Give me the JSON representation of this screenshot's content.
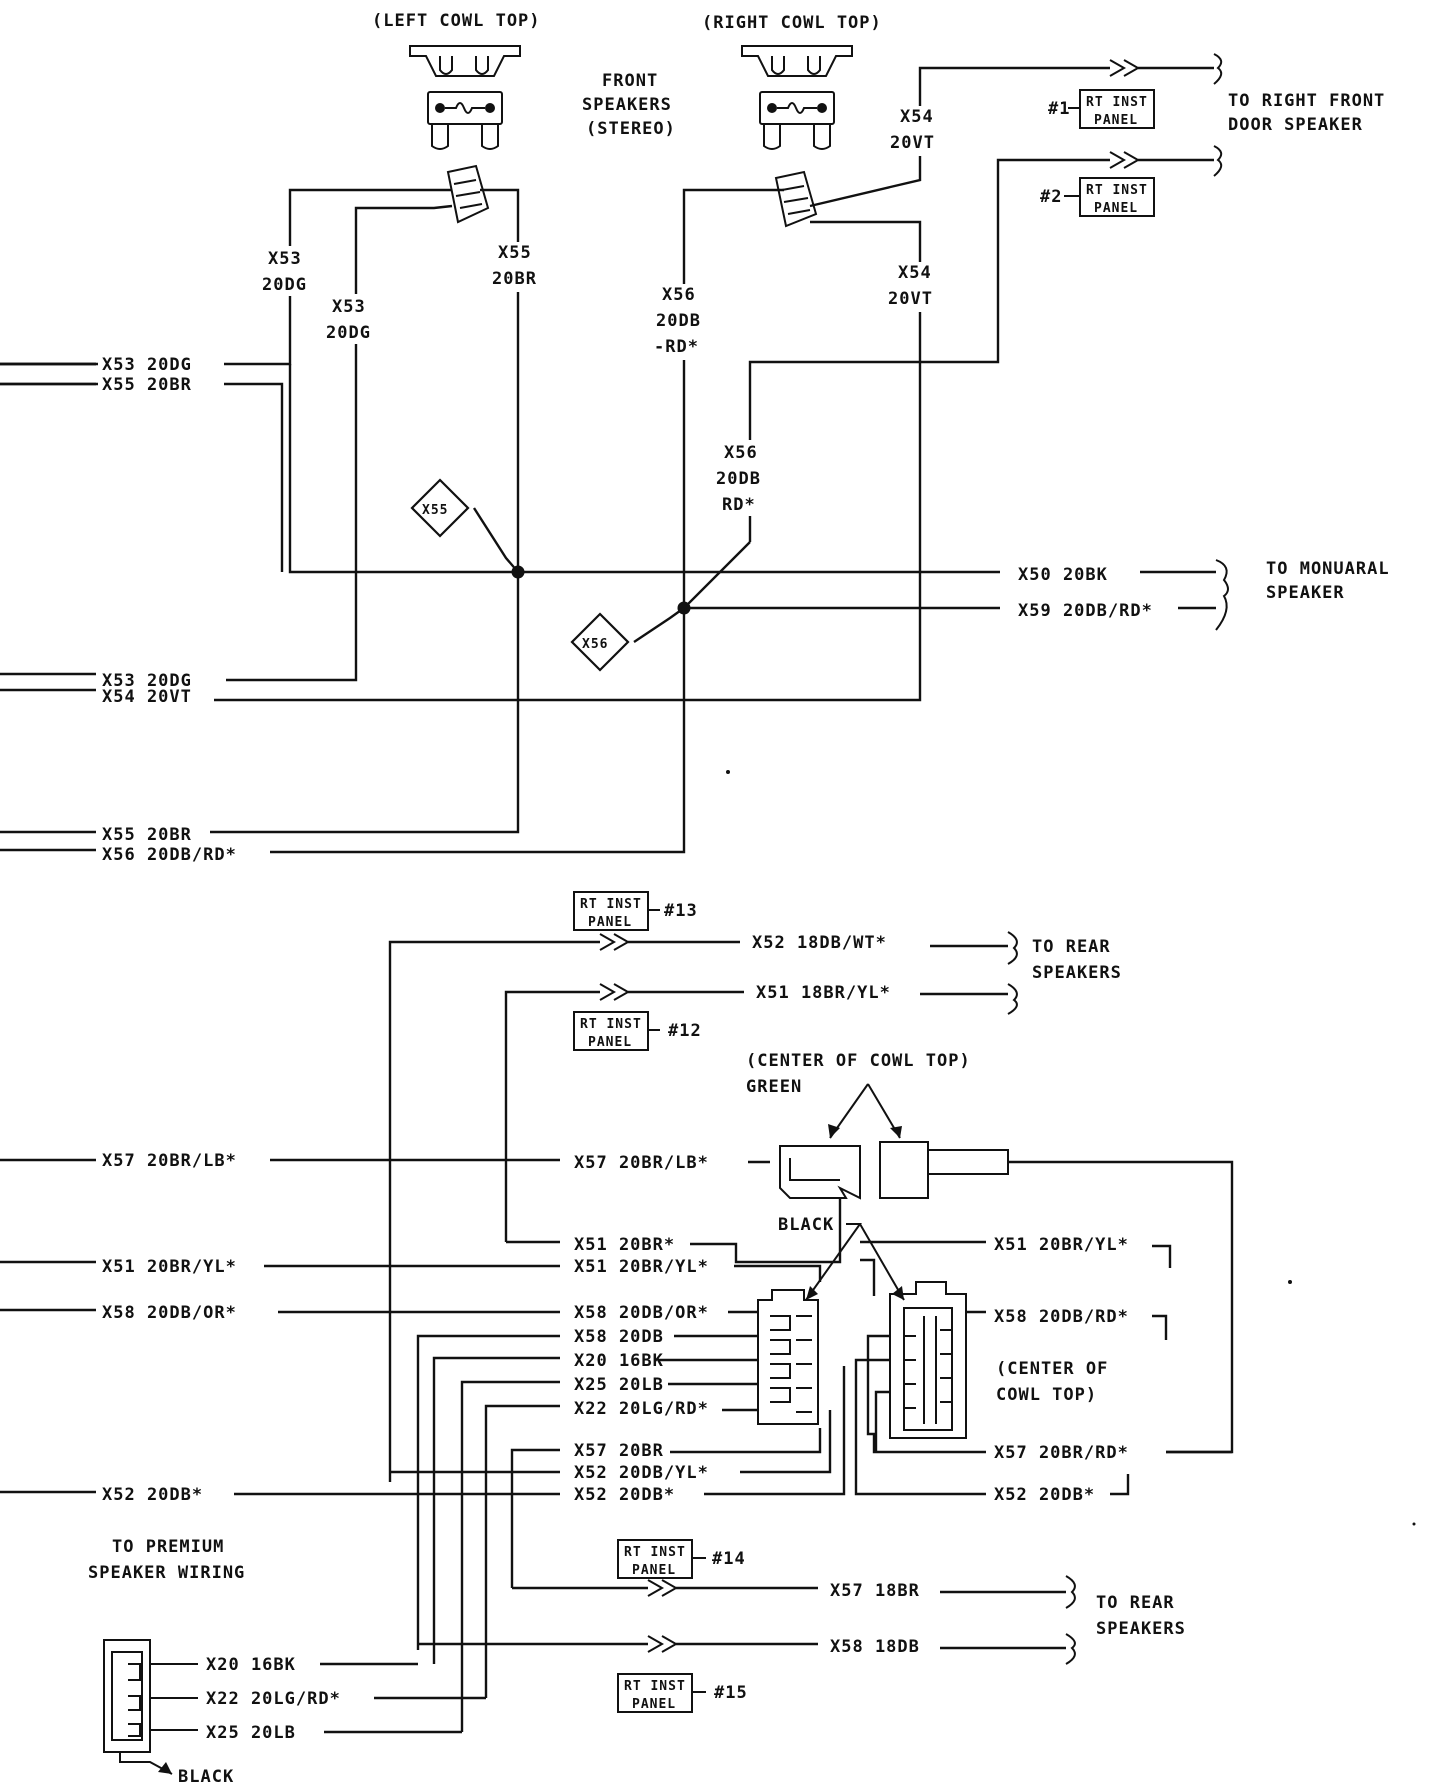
{
  "locations": {
    "left_cowl_top": "(LEFT COWL TOP)",
    "right_cowl_top": "(RIGHT COWL TOP)",
    "center_cowl_top_1": "(CENTER OF COWL TOP)",
    "center_cowl_top_2a": "(CENTER OF",
    "center_cowl_top_2b": "COWL TOP)"
  },
  "headings": {
    "front_speakers_1": "FRONT",
    "front_speakers_2": "SPEAKERS",
    "front_speakers_3": "(STEREO)",
    "premium_1": "TO PREMIUM",
    "premium_2": "SPEAKER WIRING"
  },
  "destinations": {
    "rf_door_1": "TO RIGHT FRONT",
    "rf_door_2": "DOOR SPEAKER",
    "monaural_1": "TO MONUARAL",
    "monaural_2": "SPEAKER",
    "rear_1a": "TO REAR",
    "rear_1b": "SPEAKERS",
    "rear_2a": "TO REAR",
    "rear_2b": "SPEAKERS"
  },
  "connector_colors": {
    "green": "GREEN",
    "black_top": "BLACK",
    "black_bottom": "BLACK"
  },
  "panels": {
    "line1": "RT INST",
    "line2": "PANEL",
    "p1": "#1",
    "p2": "#2",
    "p12": "#12",
    "p13": "#13",
    "p14": "#14",
    "p15": "#15"
  },
  "splices": {
    "s55": "X55",
    "s56": "X56"
  },
  "wire_labels": {
    "vx53a_1": "X53",
    "vx53a_2": "20DG",
    "vx53b_1": "X53",
    "vx53b_2": "20DG",
    "vx55_1": "X55",
    "vx55_2": "20BR",
    "vx56a_1": "X56",
    "vx56a_2": "20DB",
    "vx56a_3": "-RD*",
    "vx54a_1": "X54",
    "vx54a_2": "20VT",
    "vx54b_1": "X54",
    "vx54b_2": "20VT",
    "vx56b_1": "X56",
    "vx56b_2": "20DB",
    "vx56b_3": "RD*",
    "l_x53_a": "X53 20DG",
    "l_x55_a": "X55 20BR",
    "l_x53_b": "X53 20DG",
    "l_x54": "X54 20VT",
    "l_x55_b": "X55 20BR",
    "l_x56": "X56 20DB/RD*",
    "l_x57": "X57 20BR/LB*",
    "l_x51": "X51 20BR/YL*",
    "l_x58": "X58 20DB/OR*",
    "l_x52": "X52 20DB*",
    "r_x50": "X50 20BK",
    "r_x59": "X59 20DB/RD*",
    "r_x52": "X52 18DB/WT*",
    "r_x51": "X51 18BR/YL*",
    "c_x57": "X57 20BR/LB*",
    "c_x51a": "X51 20BR*",
    "c_x51b": "X51 20BR/YL*",
    "c_x58a": "X58 20DB/OR*",
    "c_x58b": "X58 20DB",
    "c_x20": "X20 16BK",
    "c_x25": "X25 20LB",
    "c_x22": "X22 20LG/RD*",
    "c_x57b": "X57 20BR",
    "c_x52a": "X52 20DB/YL*",
    "c_x52b": "X52 20DB*",
    "rc_x51": "X51 20BR/YL*",
    "rc_x58": "X58 20DB/RD*",
    "rc_x57": "X57 20BR/RD*",
    "rc_x52": "X52 20DB*",
    "b_x57": "X57 18BR",
    "b_x58": "X58 18DB",
    "p_x20": "X20 16BK",
    "p_x22": "X22 20LG/RD*",
    "p_x25": "X25 20LB"
  }
}
